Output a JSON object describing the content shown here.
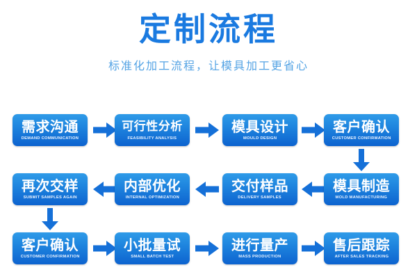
{
  "header": {
    "title": "定制流程",
    "subtitle": "标准化加工流程，让模具加工更省心",
    "title_color": "#1a7ae0",
    "subtitle_color": "#54a3e4"
  },
  "theme": {
    "box_gradient_top": "#2f9be8",
    "box_gradient_bottom": "#0d63cf",
    "arrow_color": "#1570d8",
    "box_text_color": "#ffffff",
    "background": "#ffffff"
  },
  "flow": {
    "rows": [
      {
        "direction": "left-to-right",
        "steps": [
          {
            "cn": "需求沟通",
            "en": "DEMAND COMMUNICATION"
          },
          {
            "cn": "可行性分析",
            "en": "FEASIBILITY ANALYSIS"
          },
          {
            "cn": "模具设计",
            "en": "MOULD DESIGN"
          },
          {
            "cn": "客户确认",
            "en": "CUSTOMER CONFIRMATION"
          }
        ]
      },
      {
        "direction": "right-to-left",
        "steps": [
          {
            "cn": "再次交样",
            "en": "SUBMIT SAMPLES AGAIN"
          },
          {
            "cn": "内部优化",
            "en": "INTERNAL OPTIMIZATION"
          },
          {
            "cn": "交付样品",
            "en": "DELIVERY SAMPLES"
          },
          {
            "cn": "模具制造",
            "en": "MOLD MANUFACTURING"
          }
        ]
      },
      {
        "direction": "left-to-right",
        "steps": [
          {
            "cn": "客户确认",
            "en": "CUSTOMER CONFIRMATION"
          },
          {
            "cn": "小批量试",
            "en": "SMALL BATCH TEST"
          },
          {
            "cn": "进行量产",
            "en": "MASS PRODUCTION"
          },
          {
            "cn": "售后跟踪",
            "en": "AFTER SALES TRACKING"
          }
        ]
      }
    ],
    "connectors": [
      {
        "name": "row1-to-row2",
        "direction": "down",
        "side": "right"
      },
      {
        "name": "row2-to-row3",
        "direction": "down",
        "side": "left"
      }
    ]
  }
}
